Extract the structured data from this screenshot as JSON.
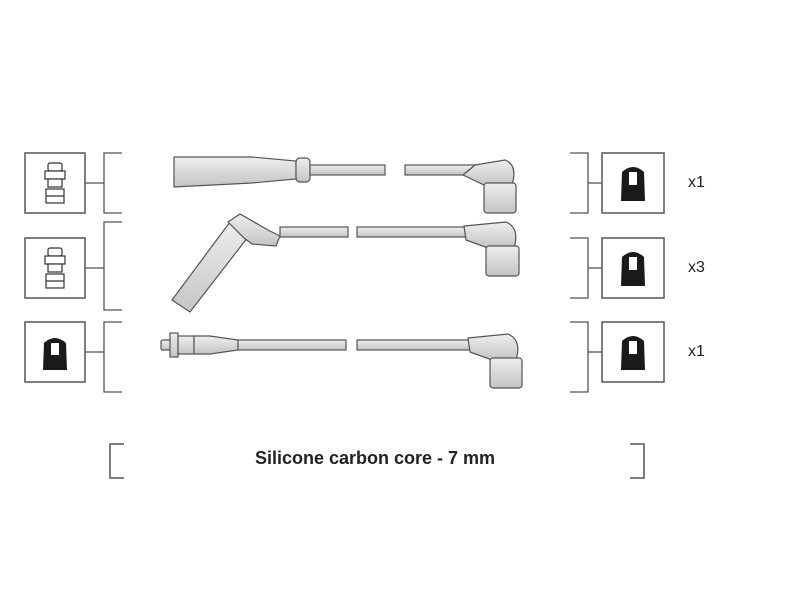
{
  "caption": "Silicone carbon core - 7 mm",
  "rows": [
    {
      "quantity": "x1",
      "left_connector": "straight-spark-plug-connector-icon",
      "right_connector": "angled-coil-connector-icon"
    },
    {
      "quantity": "x3",
      "left_connector": "straight-spark-plug-connector-icon",
      "right_connector": "angled-coil-connector-icon"
    },
    {
      "quantity": "x1",
      "left_connector": "angled-coil-connector-icon",
      "right_connector": "angled-coil-connector-icon"
    }
  ],
  "colors": {
    "wire_fill": "#d6d6d6",
    "outline": "#555555",
    "connector_dark": "#1a1a1a"
  }
}
